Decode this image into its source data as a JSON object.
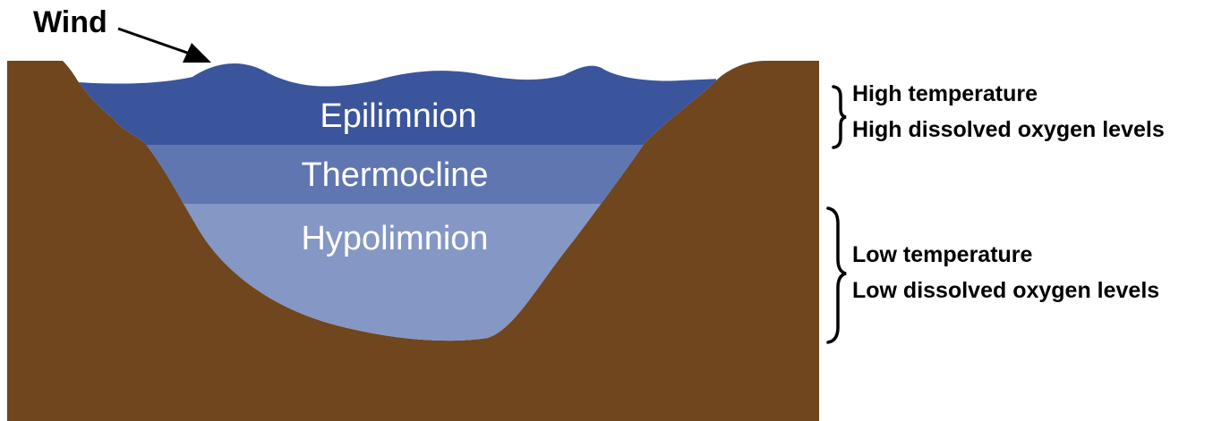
{
  "wind": {
    "label": "Wind"
  },
  "layers": {
    "epilimnion": "Epilimnion",
    "thermocline": "Thermocline",
    "hypolimnion": "Hypolimnion"
  },
  "upper_notes": {
    "temperature": "High temperature",
    "oxygen": "High dissolved oxygen levels"
  },
  "lower_notes": {
    "temperature": "Low temperature",
    "oxygen": "Low dissolved oxygen levels"
  },
  "colors": {
    "ground": "#6f461e",
    "epilimnion": "#3a559c",
    "thermocline": "#6076b0",
    "hypolimnion": "#8597c4"
  }
}
